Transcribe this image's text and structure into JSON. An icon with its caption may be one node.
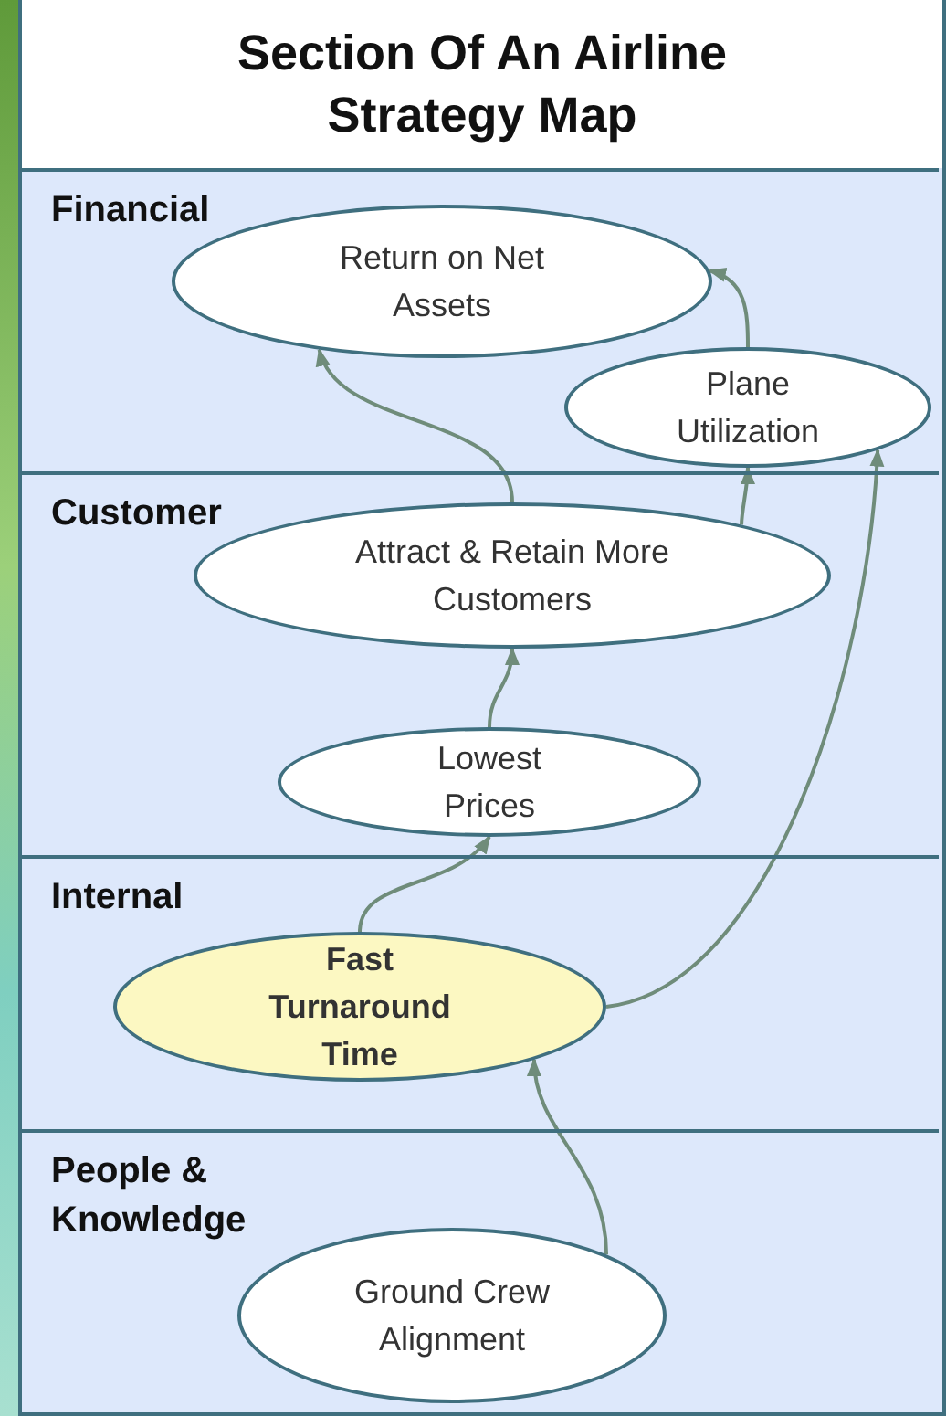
{
  "diagram": {
    "title": "Section Of An Airline Strategy Map",
    "nodes": [
      {
        "text": [
          "Financial"
        ]
      },
      {
        "text": [
          "Return on Net Assets"
        ],
        "in": 0
      },
      {
        "text": [
          "Plane Utilization"
        ],
        "in": 0
      },
      {
        "text": [
          "Customer"
        ]
      },
      {
        "text": [
          "Attract & Retain More Customers"
        ],
        "in": 3
      },
      {
        "text": [
          "Lowest Prices"
        ],
        "in": 3
      },
      {
        "text": [
          "Internal"
        ]
      },
      {
        "text": [
          "Fast Turnaround Time"
        ],
        "in": 6
      },
      {
        "text": [
          "People & Knowledge"
        ]
      },
      {
        "text": [
          "Ground Crew Alignment"
        ],
        "in": 8
      }
    ],
    "edges": [
      {
        "from": 4,
        "to": 1,
        "arrow": "to"
      },
      {
        "from": 2,
        "to": 1,
        "arrow": "to"
      },
      {
        "from": 4,
        "to": 2,
        "arrow": "to"
      },
      {
        "from": 5,
        "to": 4,
        "arrow": "to"
      },
      {
        "from": 7,
        "to": 5,
        "arrow": "to"
      },
      {
        "from": 7,
        "to": 2,
        "arrow": "to"
      },
      {
        "from": 9,
        "to": 7,
        "arrow": "to"
      }
    ]
  }
}
